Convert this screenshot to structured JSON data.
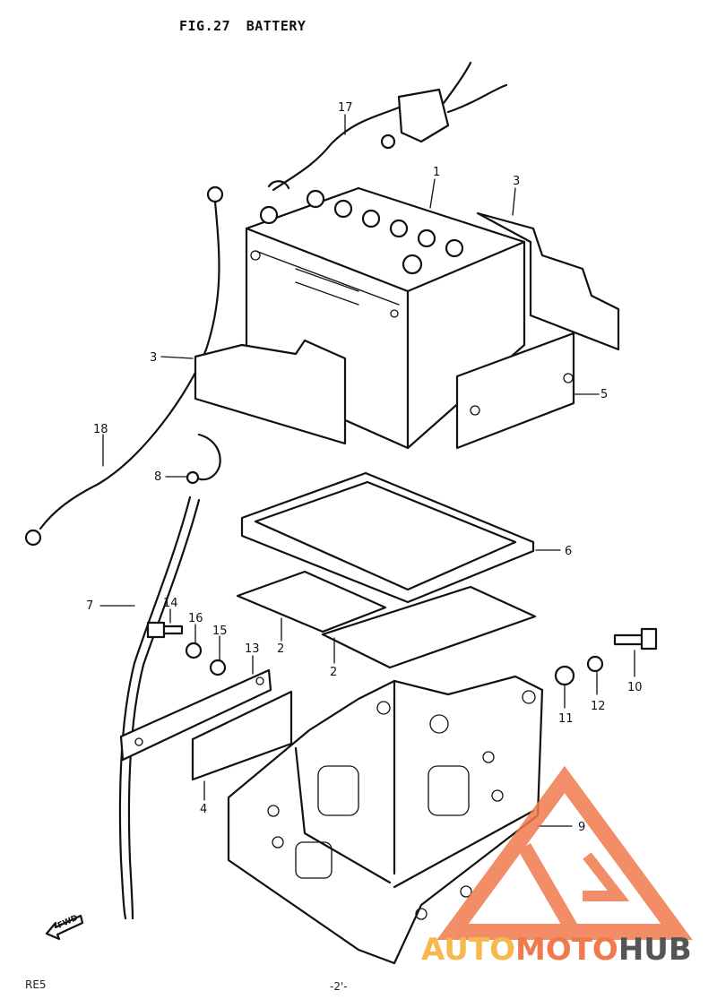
{
  "header": {
    "fig": "FIG.27",
    "title": "BATTERY"
  },
  "footer": {
    "model": "RE5",
    "page": "-2'-"
  },
  "forward_marker": "FWD",
  "callouts": {
    "p1": "1",
    "p2a": "2",
    "p2b": "2",
    "p3a": "3",
    "p3b": "3",
    "p4": "4",
    "p5": "5",
    "p6": "6",
    "p7": "7",
    "p8": "8",
    "p9": "9",
    "p10": "10",
    "p11": "11",
    "p12": "12",
    "p13": "13",
    "p14": "14",
    "p15": "15",
    "p16": "16",
    "p17": "17",
    "p18": "18"
  },
  "watermark": {
    "part1": "AUTO",
    "part2": "MOTO",
    "part3": "HUB"
  },
  "colors": {
    "ink": "#111111",
    "paper": "#ffffff",
    "wm_orange": "#f7b84f",
    "wm_red": "#f07a4e",
    "wm_gray": "#555555"
  }
}
